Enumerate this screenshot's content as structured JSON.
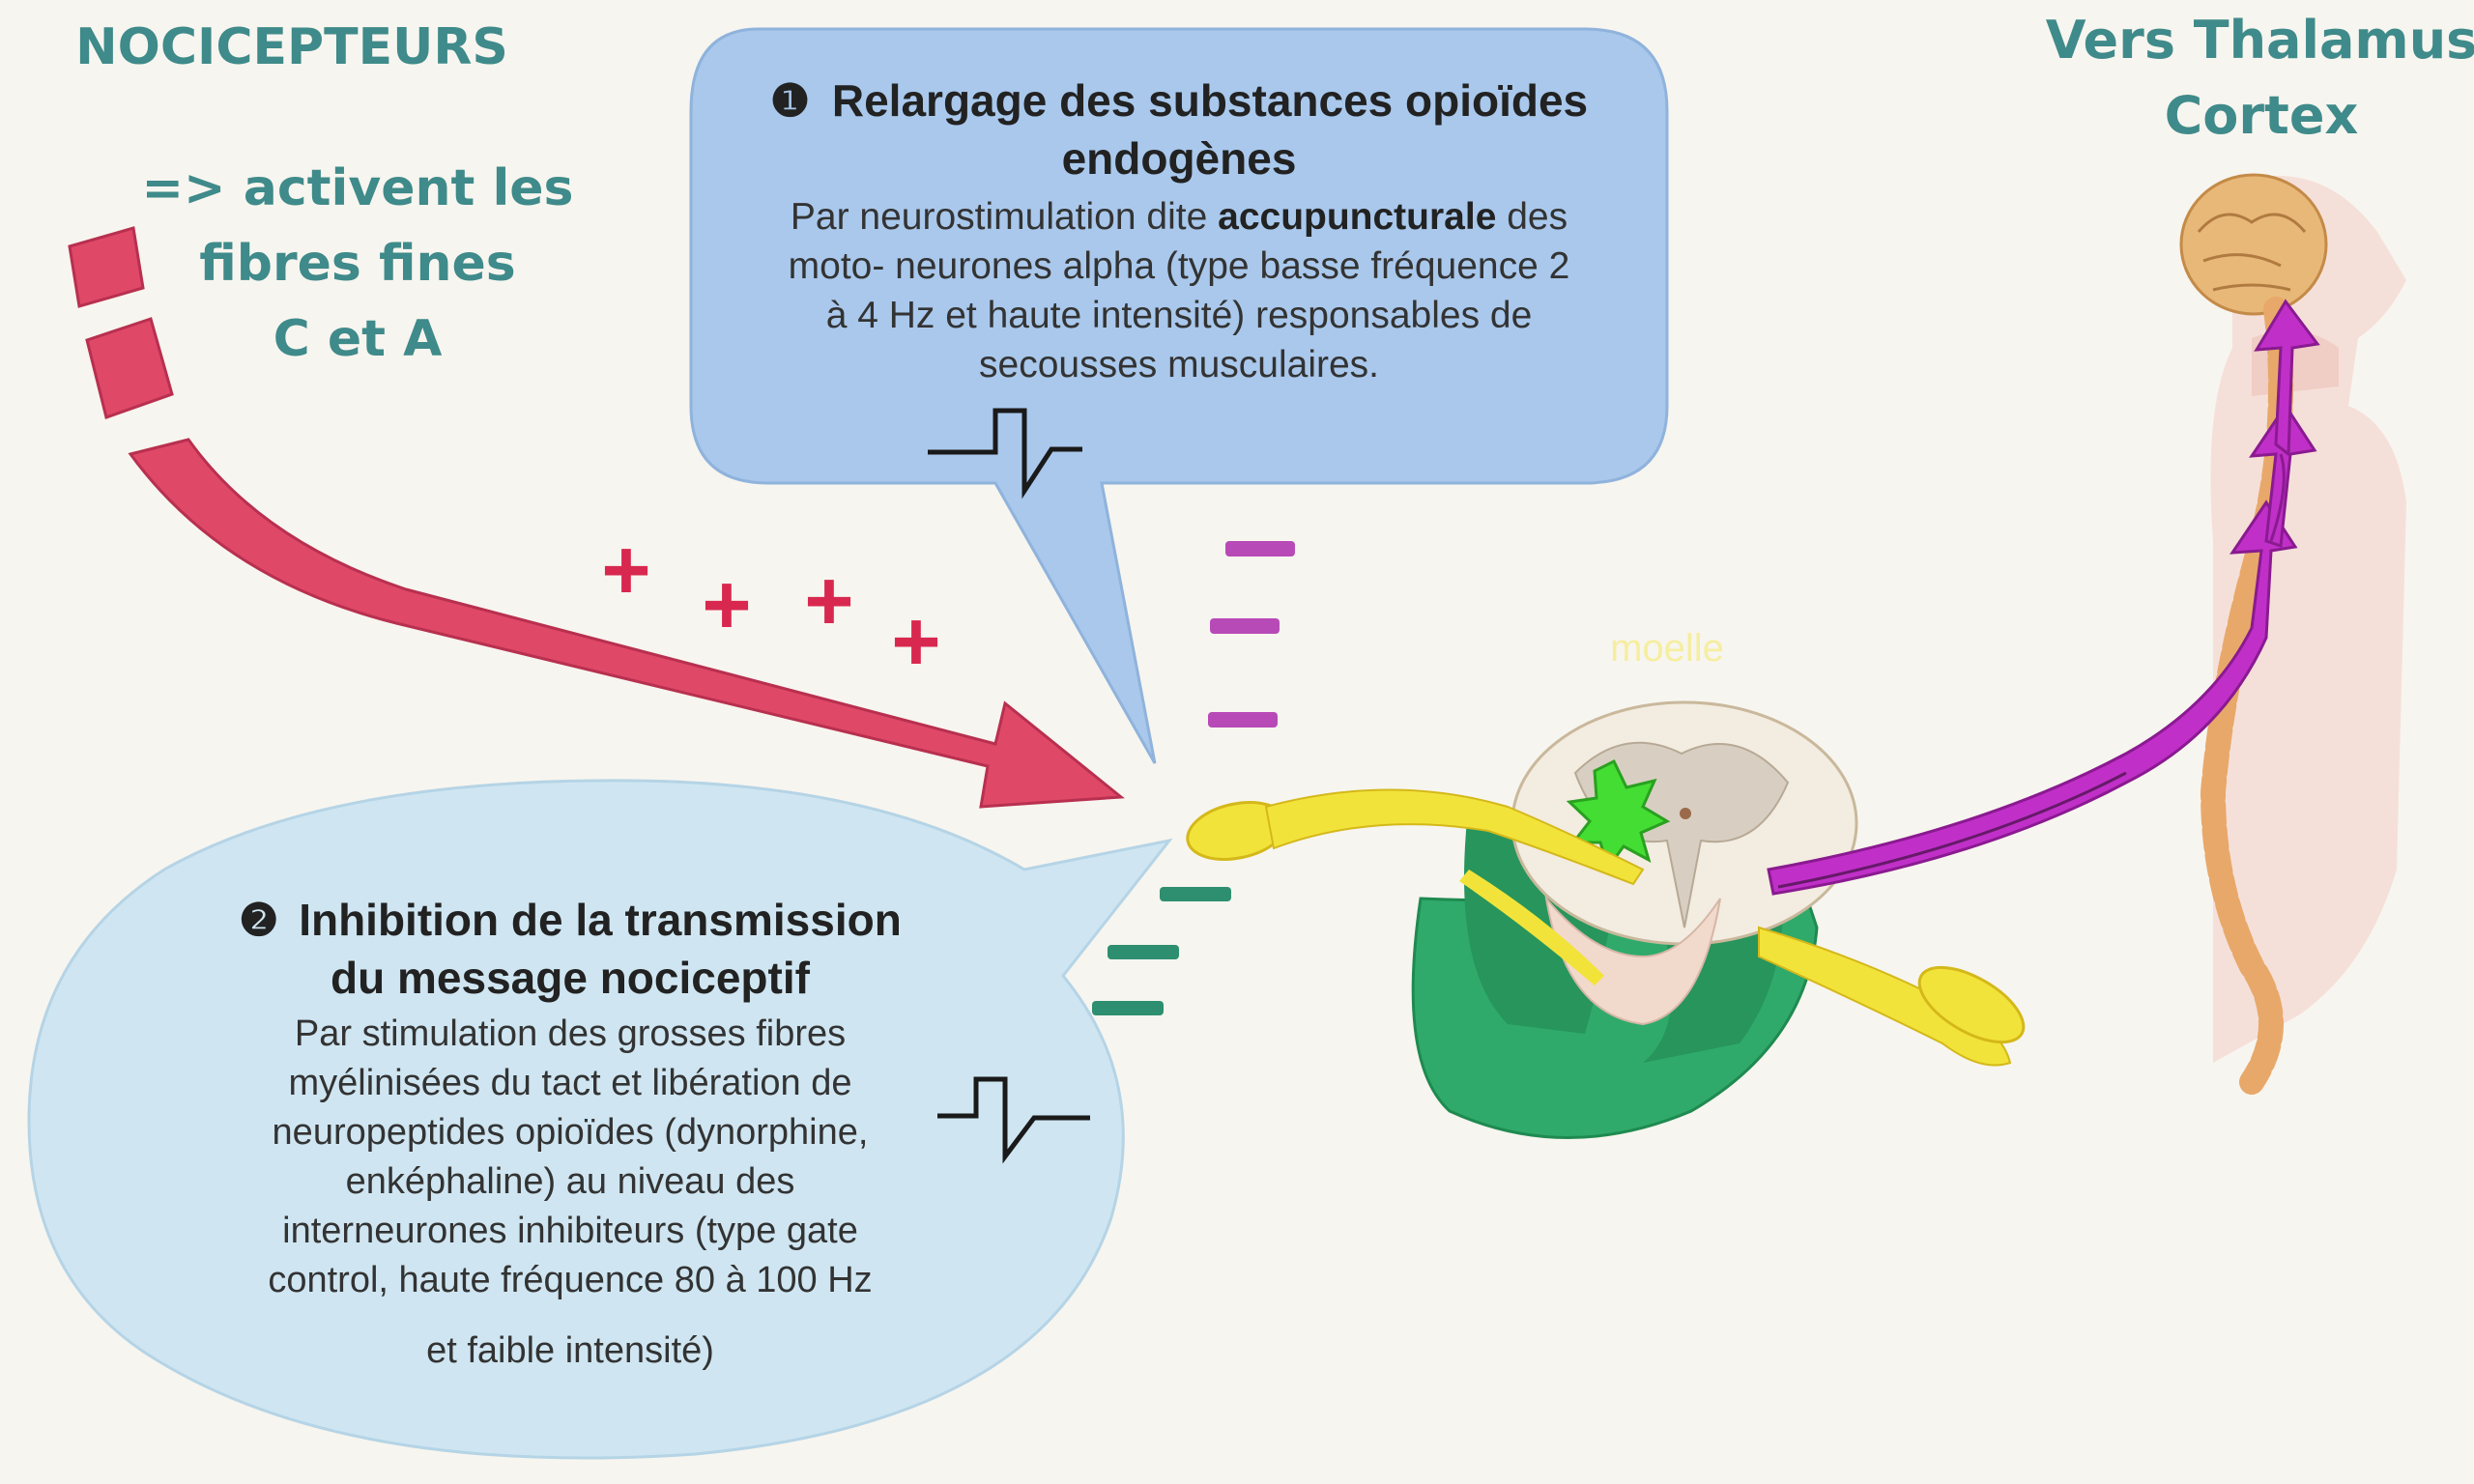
{
  "nociceptors": {
    "title": "NOCICEPTEURS",
    "line1": "=> activent les",
    "line2": "fibres fines",
    "line3": "C et A"
  },
  "thalamus": {
    "line1": "Vers Thalamus",
    "line2": "Cortex"
  },
  "bubble1": {
    "number": "❶",
    "title1": "Relargage des substances opioïdes",
    "title2": "endogènes",
    "body1_prefix": "Par neurostimulation dite ",
    "body1_bold": "accupuncturale",
    "body1_suffix": " des",
    "body2": "moto- neurones alpha (type basse fréquence 2",
    "body3": "à 4 Hz et haute intensité) responsables de",
    "body4": "secousses musculaires."
  },
  "bubble2": {
    "number": "❷",
    "title1": "Inhibition de la transmission",
    "title2": "du message nociceptif",
    "lines": [
      "Par stimulation des grosses fibres",
      "myélinisées du tact et libération de",
      "neuropeptides opioïdes (dynorphine,",
      "enképhaline) au niveau des",
      "interneurones inhibiteurs (type gate",
      "control, haute fréquence 80 à 100 Hz"
    ],
    "last_line": "et faible intensité)"
  },
  "plus_signs": [
    "+",
    "+",
    "+",
    "+"
  ],
  "minus_signs_purple": [
    "–",
    "–",
    "–"
  ],
  "minus_signs_green": [
    "–",
    "–",
    "–"
  ],
  "spinal_label": "moelle",
  "colors": {
    "teal_text": "#3f8a8a",
    "pain_arrow": "#e04868",
    "ascending_arrow": "#c030c8",
    "bubble1_fill": "#a9c8ec",
    "bubble2_fill": "#cfe6f2",
    "cord_green": "#2faa6a",
    "star_green": "#44dd33",
    "nerve_yellow": "#f2e33a"
  }
}
